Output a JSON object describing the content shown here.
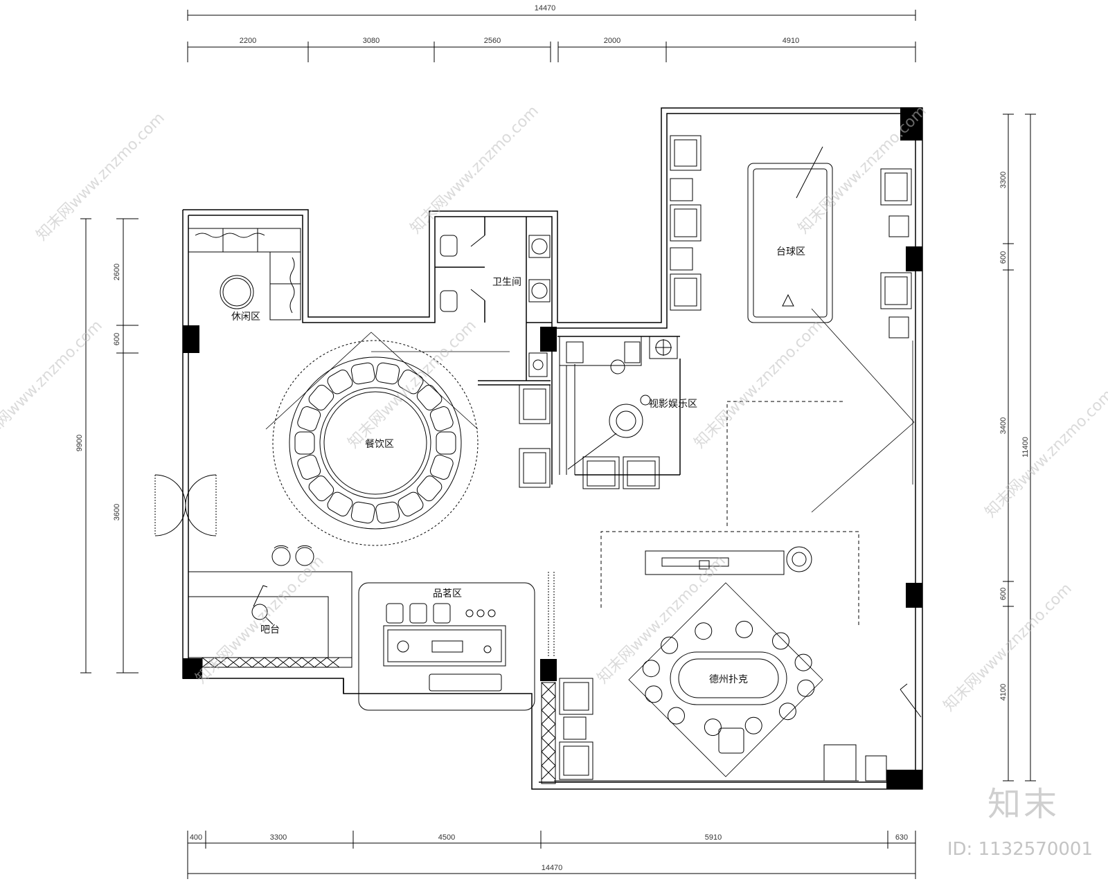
{
  "plan": {
    "rooms": {
      "lounge": "休闲区",
      "restroom": "卫生间",
      "dining": "餐饮区",
      "billiards": "台球区",
      "av": "视影娱乐区",
      "tea": "品茗区",
      "bar": "吧台",
      "poker": "德州扑克"
    },
    "dims_top_total": "14470",
    "dims_top": [
      "2200",
      "3080",
      "2560",
      "2000",
      "4910"
    ],
    "dims_bottom_total": "14470",
    "dims_bottom": [
      "400",
      "3300",
      "4500",
      "5910",
      "630"
    ],
    "dims_left_total": "9900",
    "dims_left": [
      "2600",
      "600",
      "3600"
    ],
    "dims_right_total": "11400",
    "dims_right": [
      "3300",
      "600",
      "3400",
      "600",
      "4100"
    ]
  },
  "watermark": {
    "text": "知末网www.znzmo.com",
    "brand": "知末",
    "id": "ID: 1132570001"
  },
  "colors": {
    "line": "#000000",
    "watermark": "#bdbdbd"
  }
}
